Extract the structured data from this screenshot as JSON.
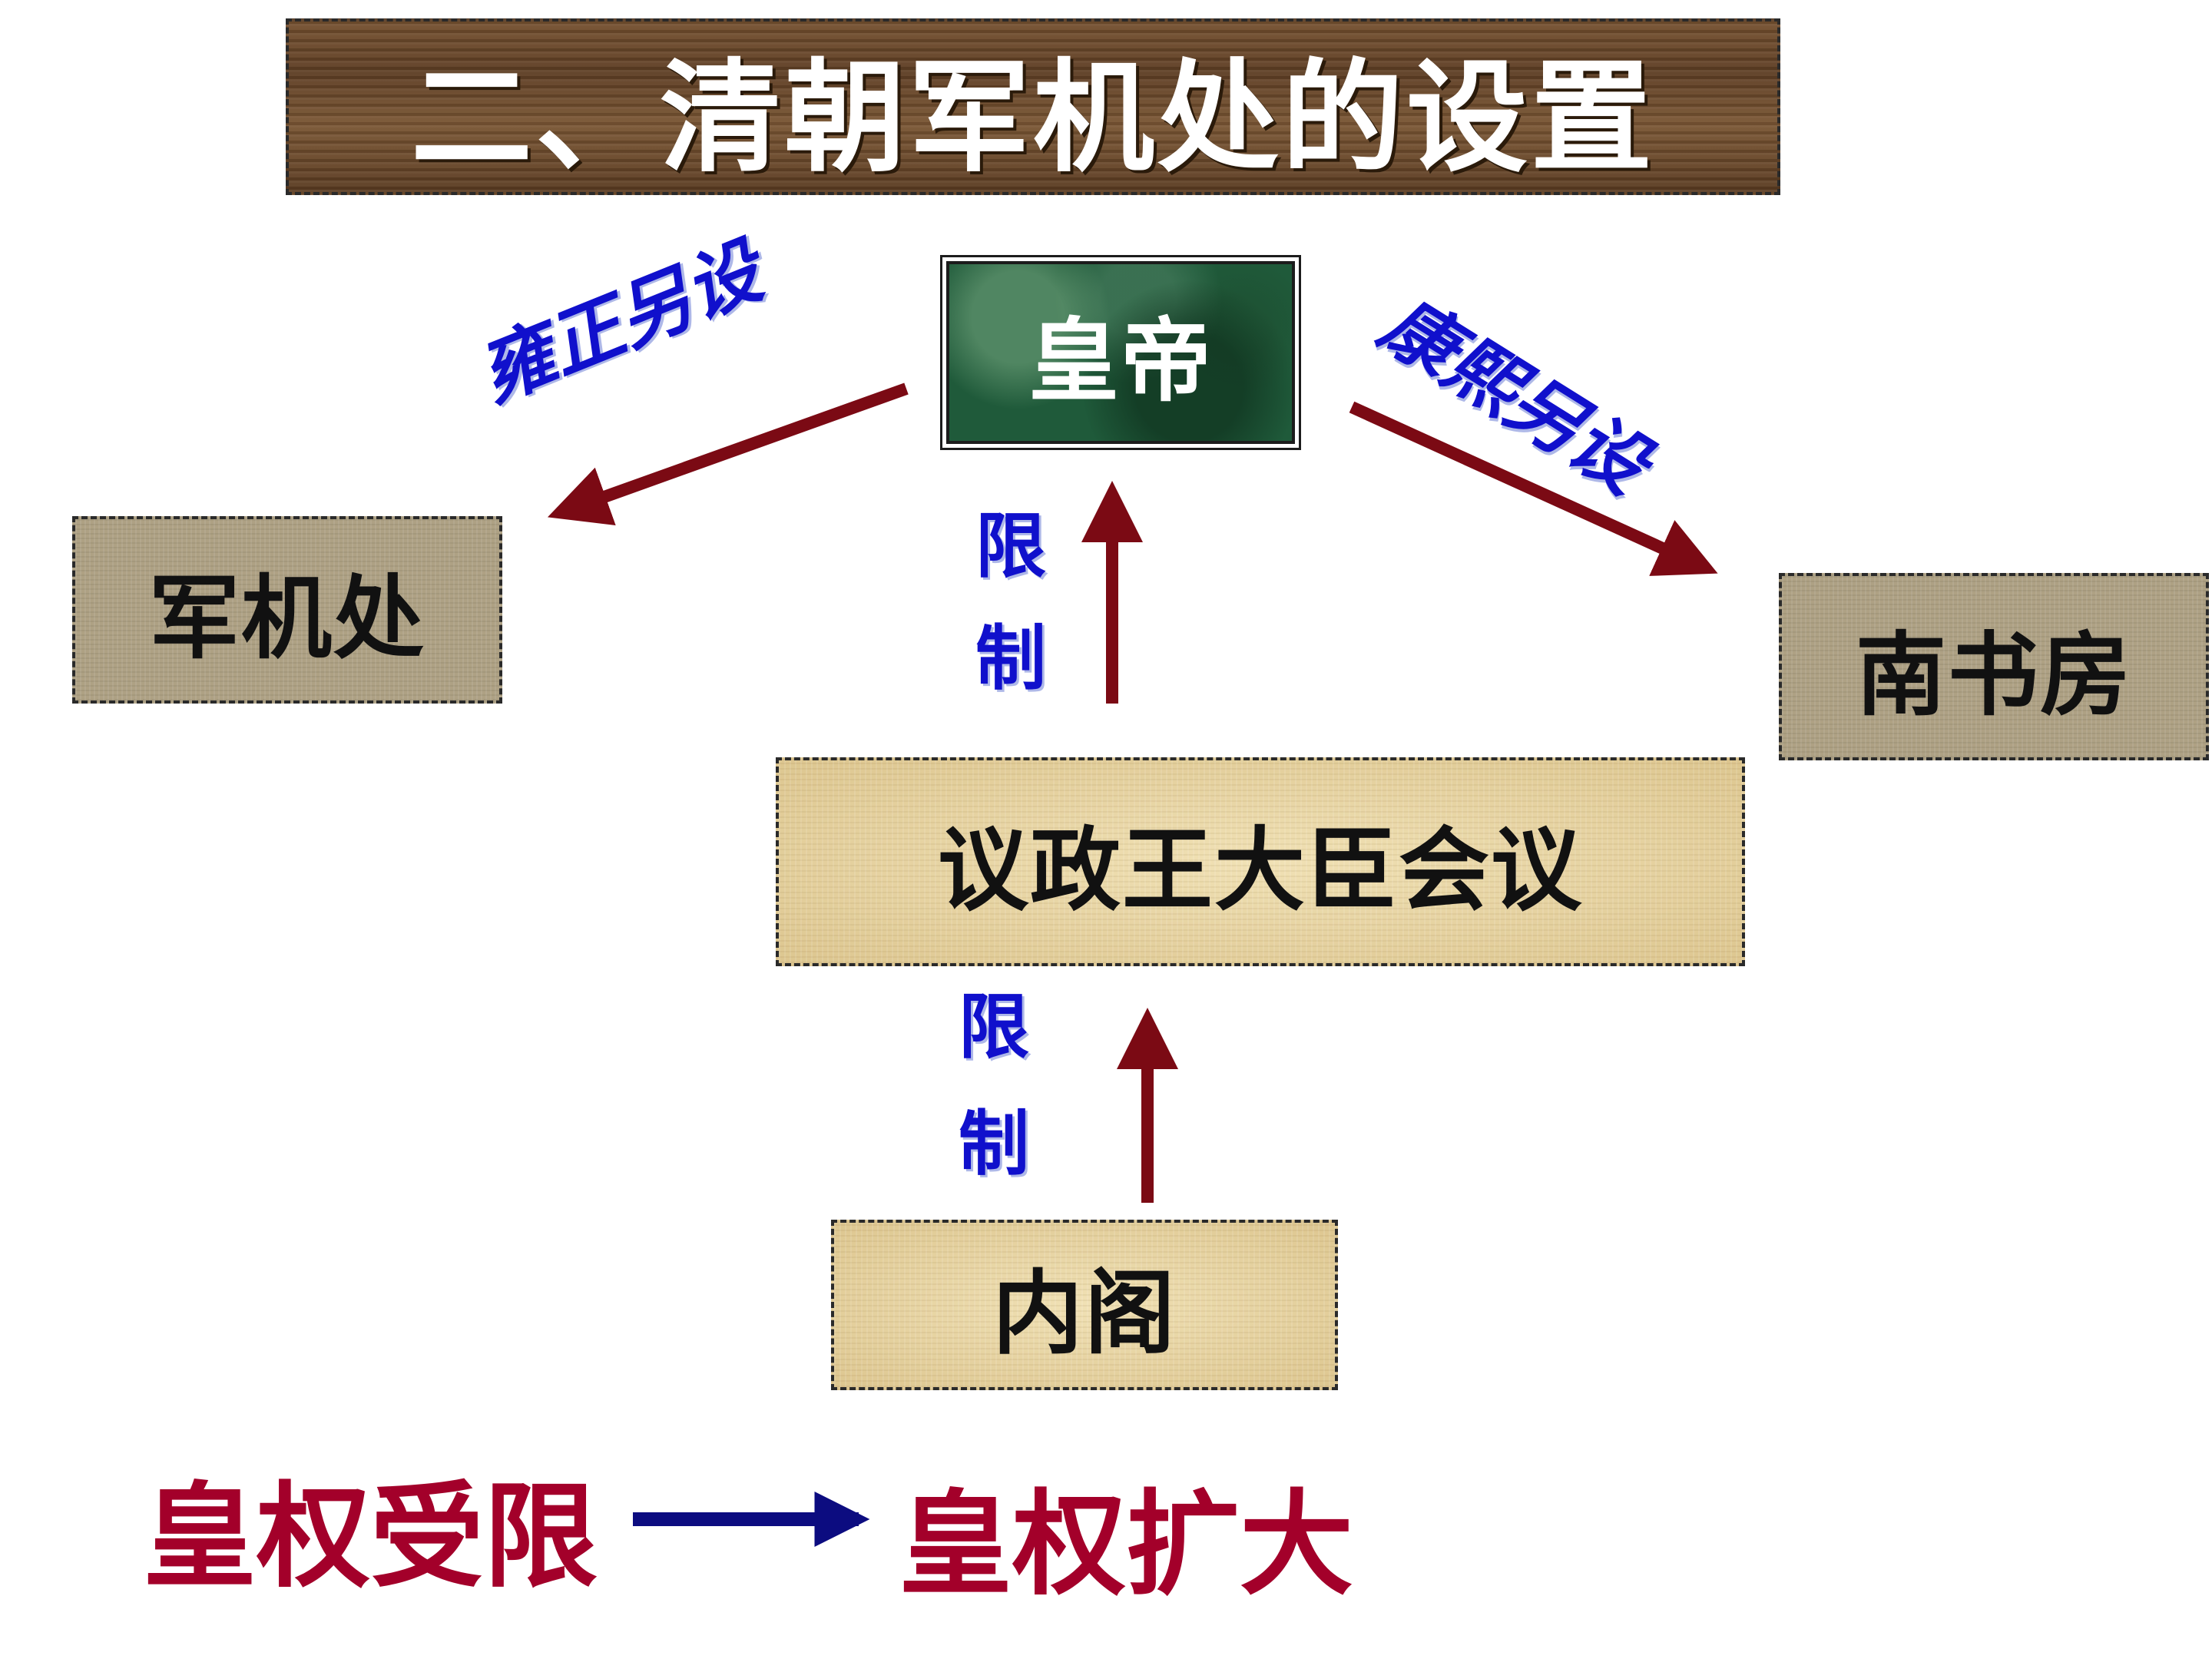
{
  "title": "二、清朝军机处的设置",
  "nodes": {
    "emperor": "皇帝",
    "junjichu": "军机处",
    "nanshufang": "南书房",
    "yizheng": "议政王大臣会议",
    "neige": "内阁"
  },
  "edge_labels": {
    "yongzheng": "雍正另设",
    "kangxi": "康熙另设",
    "limit_top_1": "限",
    "limit_top_2": "制",
    "limit_bottom_1": "限",
    "limit_bottom_2": "制"
  },
  "conclusion": {
    "before": "皇权受限",
    "after": "皇权扩大"
  },
  "colors": {
    "arrow_red": "#7b0a14",
    "arrow_blue": "#0c0c80",
    "label_blue": "#1010cc",
    "conclusion_red": "#a3002a"
  }
}
